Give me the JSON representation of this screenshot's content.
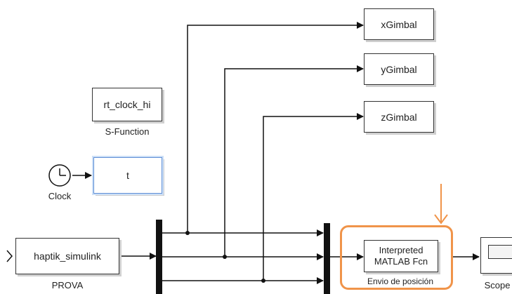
{
  "diagram": {
    "blocks": {
      "xgimbal": "xGimbal",
      "ygimbal": "yGimbal",
      "zgimbal": "zGimbal",
      "rt_clock": "rt_clock_hi",
      "t_block": "t",
      "haptik": "haptik_simulink",
      "interpreted_line1": "Interpreted",
      "interpreted_line2": "MATLAB Fcn"
    },
    "captions": {
      "rt_clock": "S-Function",
      "clock": "Clock",
      "haptik": "PROVA",
      "interpreted": "Envio de posición",
      "scope": "Scope"
    },
    "highlight_color": "#f0944a"
  }
}
